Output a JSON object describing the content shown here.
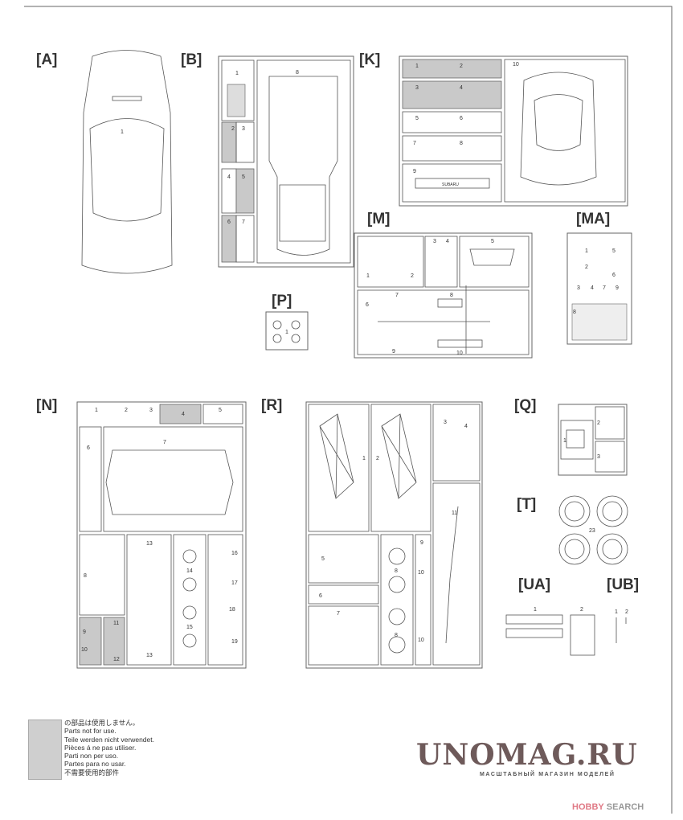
{
  "sprues": {
    "A": {
      "label": "[A]",
      "parts": [
        "1"
      ]
    },
    "B": {
      "label": "[B]",
      "parts": [
        "1",
        "2",
        "3",
        "4",
        "5",
        "6",
        "7",
        "8"
      ]
    },
    "K": {
      "label": "[K]",
      "parts": [
        "1",
        "2",
        "3",
        "4",
        "5",
        "6",
        "7",
        "8",
        "9",
        "10"
      ]
    },
    "M": {
      "label": "[M]",
      "parts": [
        "1",
        "2",
        "3",
        "4",
        "5",
        "6",
        "7",
        "8",
        "9",
        "10"
      ]
    },
    "MA": {
      "label": "[MA]",
      "parts": [
        "1",
        "5",
        "2",
        "6",
        "3",
        "4",
        "7",
        "9",
        "8"
      ]
    },
    "P": {
      "label": "[P]",
      "parts": [
        "1"
      ]
    },
    "N": {
      "label": "[N]",
      "parts": [
        "1",
        "2",
        "3",
        "4",
        "5",
        "6",
        "7",
        "8",
        "9",
        "10",
        "11",
        "12",
        "13",
        "13",
        "14",
        "15",
        "16",
        "17",
        "18",
        "19"
      ]
    },
    "R": {
      "label": "[R]",
      "parts": [
        "1",
        "2",
        "3",
        "4",
        "5",
        "6",
        "7",
        "8",
        "8",
        "9",
        "10",
        "10",
        "11"
      ]
    },
    "Q": {
      "label": "[Q]",
      "parts": [
        "1",
        "2",
        "3"
      ]
    },
    "T": {
      "label": "[T]",
      "parts": [
        "23"
      ]
    },
    "UA": {
      "label": "[UA]",
      "parts": [
        "1",
        "2"
      ]
    },
    "UB": {
      "label": "[UB]",
      "parts": [
        "1",
        "2"
      ]
    }
  },
  "decal_text": "SUBARU",
  "legend": {
    "lines": [
      "の部品は使用しません。",
      "Parts not for use.",
      "Teile werden nicht verwendet.",
      "Pièces á ne pas utiliser.",
      "Parti non per uso.",
      "Partes para no usar.",
      "不需要使用的部件"
    ]
  },
  "watermark": {
    "title": "UNOMAG.RU",
    "subtitle": "МАСШТАБНЫЙ МАГАЗИН МОДЕЛЕЙ"
  },
  "credit": {
    "brand": "HOBBY",
    "rest": " SEARCH"
  },
  "colors": {
    "unused_gray": "#c9c9c9",
    "watermark": "#6e5a5a"
  }
}
